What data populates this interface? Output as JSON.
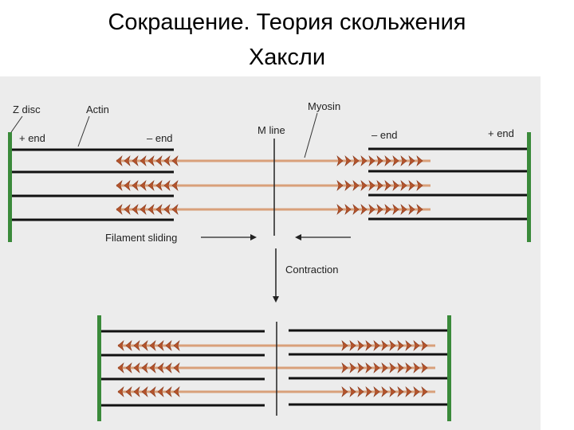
{
  "title": {
    "line1": "Сокращение. Теория скольжения",
    "line2": "Хаксли"
  },
  "diagram": {
    "labels": {
      "z_disc": "Z disc",
      "actin": "Actin",
      "myosin": "Myosin",
      "m_line": "M line",
      "plus_end_left": "+ end",
      "minus_end_left": "– end",
      "minus_end_right": "– end",
      "plus_end_right": "+ end",
      "filament_sliding": "Filament sliding",
      "contraction": "Contraction"
    },
    "states": [
      "relaxed",
      "contracted"
    ],
    "colors": {
      "z_disc": "#3a8a3a",
      "actin": "#111111",
      "myosin_rod": "#d9a07a",
      "myosin_heads": "#b5542c",
      "background": "#ececec"
    }
  }
}
